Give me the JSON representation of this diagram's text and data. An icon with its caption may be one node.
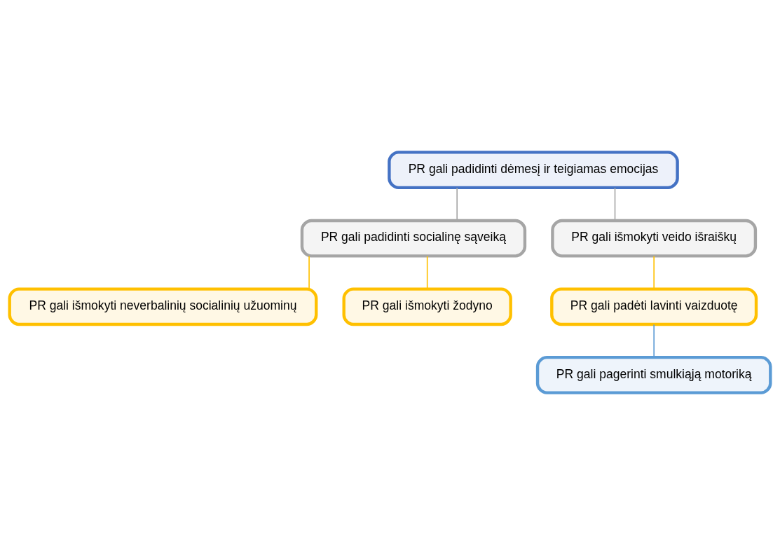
{
  "diagram": {
    "nodes": [
      {
        "text": [
          "PR gali padidinti dėmesį ir teigiamas emocijas"
        ]
      },
      {
        "text": [
          "PR gali padidinti socialinę sąveiką"
        ]
      },
      {
        "text": [
          "PR gali išmokyti veido išraiškų"
        ]
      },
      {
        "text": [
          "PR gali išmokyti neverbalinių socialinių užuominų"
        ]
      },
      {
        "text": [
          "PR gali išmokyti žodyno"
        ]
      },
      {
        "text": [
          "PR gali padėti lavinti vaizduotę"
        ]
      },
      {
        "text": [
          "PR gali pagerinti smulkiąją motoriką"
        ]
      }
    ],
    "edges": [
      {
        "from": 0,
        "to": 1,
        "arrow": "none",
        "color": "#a6a6a6"
      },
      {
        "from": 0,
        "to": 2,
        "arrow": "none",
        "color": "#a6a6a6"
      },
      {
        "from": 1,
        "to": 3,
        "arrow": "none"
      },
      {
        "from": 1,
        "to": 4,
        "arrow": "none"
      },
      {
        "from": 2,
        "to": 5,
        "arrow": "none"
      },
      {
        "from": 5,
        "to": 6,
        "arrow": "none",
        "color": "#5b9bd5"
      }
    ]
  }
}
